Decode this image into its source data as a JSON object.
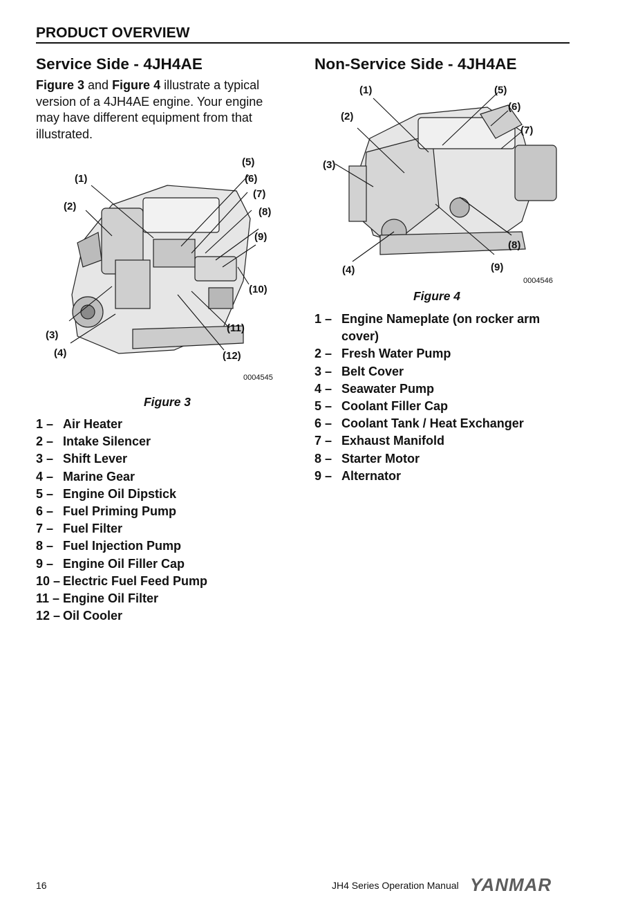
{
  "header": {
    "title": "PRODUCT OVERVIEW"
  },
  "left": {
    "heading": "Service Side - 4JH4AE",
    "intro": {
      "fig_a": "Figure 3",
      "and": " and ",
      "fig_b": "Figure 4",
      "rest": " illustrate a typical version of a 4JH4AE engine. Your engine may have different equipment from that illustrated."
    },
    "figure": {
      "callouts": [
        "(1)",
        "(2)",
        "(3)",
        "(4)",
        "(5)",
        "(6)",
        "(7)",
        "(8)",
        "(9)",
        "(10)",
        "(11)",
        "(12)"
      ],
      "image_id": "0004545",
      "caption": "Figure 3"
    },
    "parts": [
      {
        "num": "1 –",
        "label": "Air Heater"
      },
      {
        "num": "2 –",
        "label": "Intake Silencer"
      },
      {
        "num": "3 –",
        "label": "Shift Lever"
      },
      {
        "num": "4 –",
        "label": "Marine Gear"
      },
      {
        "num": "5 –",
        "label": "Engine Oil Dipstick"
      },
      {
        "num": "6 –",
        "label": "Fuel Priming Pump"
      },
      {
        "num": "7 –",
        "label": "Fuel Filter"
      },
      {
        "num": "8 –",
        "label": "Fuel Injection Pump"
      },
      {
        "num": "9 –",
        "label": "Engine Oil Filler Cap"
      },
      {
        "num": "10 –",
        "label": "Electric Fuel Feed Pump"
      },
      {
        "num": "11 –",
        "label": "Engine Oil Filter"
      },
      {
        "num": "12 –",
        "label": "Oil Cooler"
      }
    ]
  },
  "right": {
    "heading": "Non-Service Side - 4JH4AE",
    "figure": {
      "callouts": [
        "(1)",
        "(2)",
        "(3)",
        "(4)",
        "(5)",
        "(6)",
        "(7)",
        "(8)",
        "(9)"
      ],
      "image_id": "0004546",
      "caption": "Figure 4"
    },
    "parts": [
      {
        "num": "1 –",
        "label": "Engine Nameplate (on rocker arm cover)"
      },
      {
        "num": "2 –",
        "label": "Fresh Water Pump"
      },
      {
        "num": "3 –",
        "label": "Belt Cover"
      },
      {
        "num": "4 –",
        "label": "Seawater Pump"
      },
      {
        "num": "5 –",
        "label": "Coolant Filler Cap"
      },
      {
        "num": "6 –",
        "label": "Coolant Tank / Heat Exchanger"
      },
      {
        "num": "7 –",
        "label": "Exhaust Manifold"
      },
      {
        "num": "8 –",
        "label": "Starter Motor"
      },
      {
        "num": "9 –",
        "label": "Alternator"
      }
    ]
  },
  "footer": {
    "page_number": "16",
    "manual_title": "JH4 Series Operation Manual",
    "brand": "YANMAR"
  }
}
